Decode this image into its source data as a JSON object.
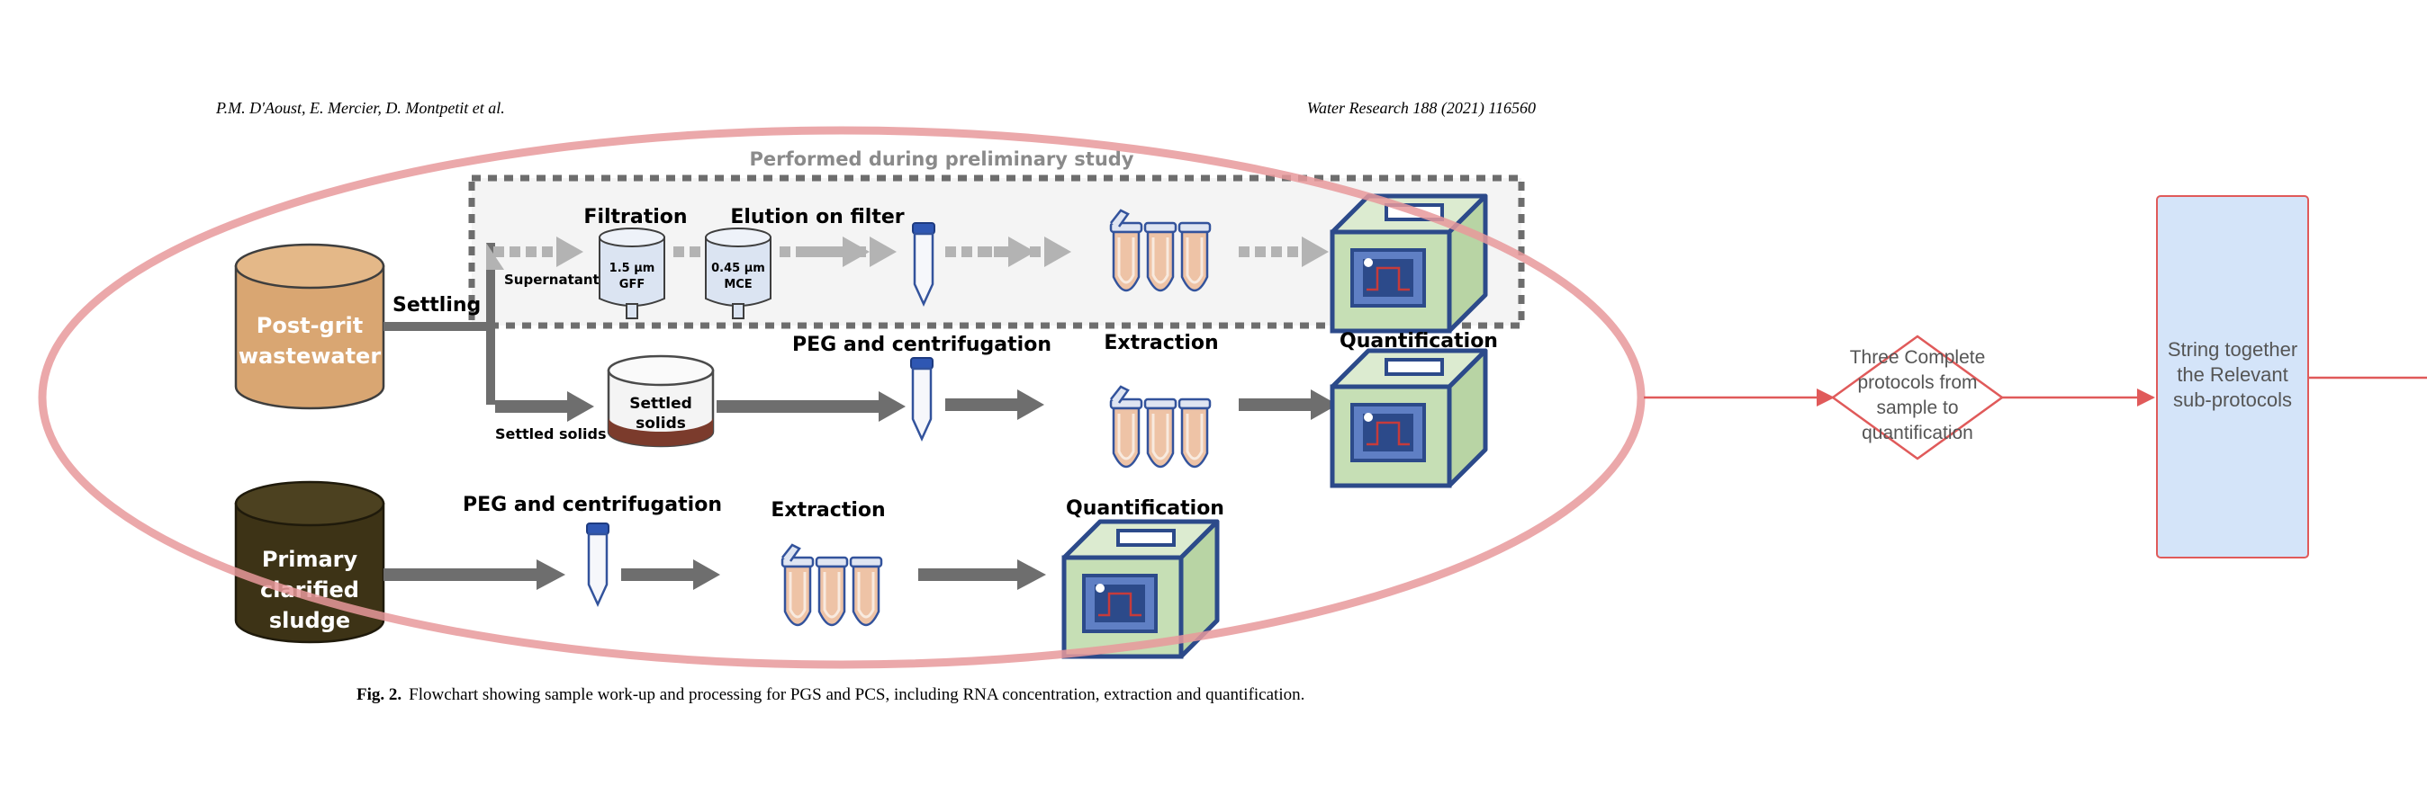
{
  "header": {
    "authors": "P.M. D'Aoust, E. Mercier, D. Montpetit et al.",
    "journal": "Water Research 188 (2021) 116560"
  },
  "figure": {
    "preliminary_label": "Performed during preliminary study",
    "sources": {
      "postgrit_l1": "Post-grit",
      "postgrit_l2": "wastewater",
      "primary_l1": "Primary",
      "primary_l2": "clarified",
      "primary_l3": "sludge"
    },
    "labels": {
      "settling": "Settling",
      "supernatant": "Supernatant",
      "filtration": "Filtration",
      "elution": "Elution on filter",
      "filter1_l1": "1.5 µm",
      "filter1_l2": "GFF",
      "filter2_l1": "0.45 µm",
      "filter2_l2": "MCE",
      "settled_solids": "Settled solids",
      "settled_beaker_l1": "Settled",
      "settled_beaker_l2": "solids",
      "peg_top": "PEG and centrifugation",
      "extraction_top": "Extraction",
      "quantification_top": "Quantification",
      "peg_bottom": "PEG and centrifugation",
      "extraction_bottom": "Extraction",
      "quantification_bottom": "Quantification"
    },
    "caption_bold": "Fig. 2.",
    "caption_text": "Flowchart showing sample work-up and processing for PGS and PCS, including RNA concentration, extraction and quantification."
  },
  "flow": {
    "decision_l1": "Three Complete",
    "decision_l2": "protocols from",
    "decision_l3": "sample to",
    "decision_l4": "quantification",
    "process_l1": "String together",
    "process_l2": "the Relevant",
    "process_l3": "sub-protocols"
  },
  "colors": {
    "highlight_ellipse": "#e8999b",
    "flow_line": "#e05a5a",
    "process_fill": "#d4e4f9",
    "postgrit_fill": "#d9a672",
    "sludge_fill": "#3d3316",
    "arrow_gray": "#6e6e6e",
    "machine_green": "#c6dfb5",
    "machine_blue": "#2c4a8a"
  }
}
